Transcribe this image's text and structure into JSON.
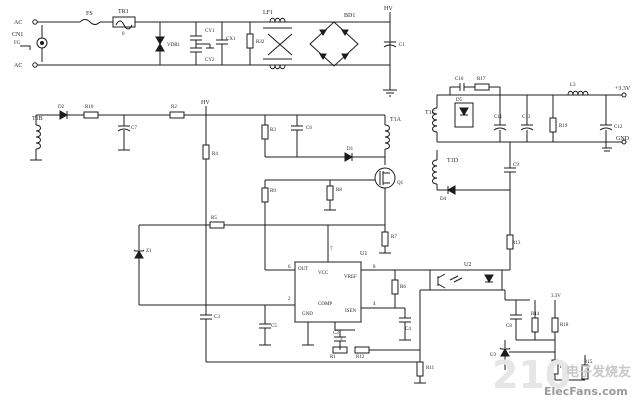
{
  "labels": {
    "ac_top": "AC",
    "ac_bottom": "AC",
    "cn1": "CN1",
    "fg": "FG",
    "fs": "FS",
    "tr1": "TR1",
    "tr1_val": "0",
    "vdr1": "VDR1",
    "cy1": "CY1",
    "cy2": "CY2",
    "cx1": "CX1",
    "r32": "R32",
    "lf1": "LF1",
    "bd1": "BD1",
    "hv_top": "HV",
    "c1": "C1",
    "t1b": "T1B",
    "d2": "D2",
    "r10": "R10",
    "c7": "C7",
    "r2": "R2",
    "hv_mid": "HV",
    "r4": "R4",
    "r3": "R3",
    "c6": "C6",
    "t1a": "T1A",
    "d1": "D1",
    "q1": "Q1",
    "r9": "R9",
    "r8": "R8",
    "r5": "R5",
    "r7": "R7",
    "z1": "Z1",
    "u1": "U1",
    "u1_vcc": "VCC",
    "u1_out": "OUT",
    "u1_vref": "VREF",
    "u1_gnd": "GND",
    "u1_comp": "COMP",
    "u1_isen": "ISEN",
    "pin7": "7",
    "pin6": "6",
    "pin8": "8",
    "pin2": "2",
    "pin4": "4",
    "pin3": "3",
    "c3": "C3",
    "c2": "C2",
    "c5": "C5",
    "r1": "R1",
    "r6": "R6",
    "c4": "C4",
    "r12": "R12",
    "r11": "R11",
    "c10": "C10",
    "r17": "R17",
    "d5": "D5",
    "t1c": "T1C",
    "c11": "C11",
    "c13": "C13",
    "r19": "R19",
    "l3": "L3",
    "c12": "C12",
    "out_33v": "+3.3V",
    "out_gnd": "GND",
    "t1d": "T1D",
    "c9": "C9",
    "d4": "D4",
    "r13": "R13",
    "u2": "U2",
    "c8": "C8",
    "r14": "R14",
    "r18": "R18",
    "v33": "3.3V",
    "u3": "U3",
    "r16": "R16",
    "r15": "R15"
  },
  "watermark": {
    "brand": "电子发烧友",
    "site": "ElecFans.com"
  }
}
